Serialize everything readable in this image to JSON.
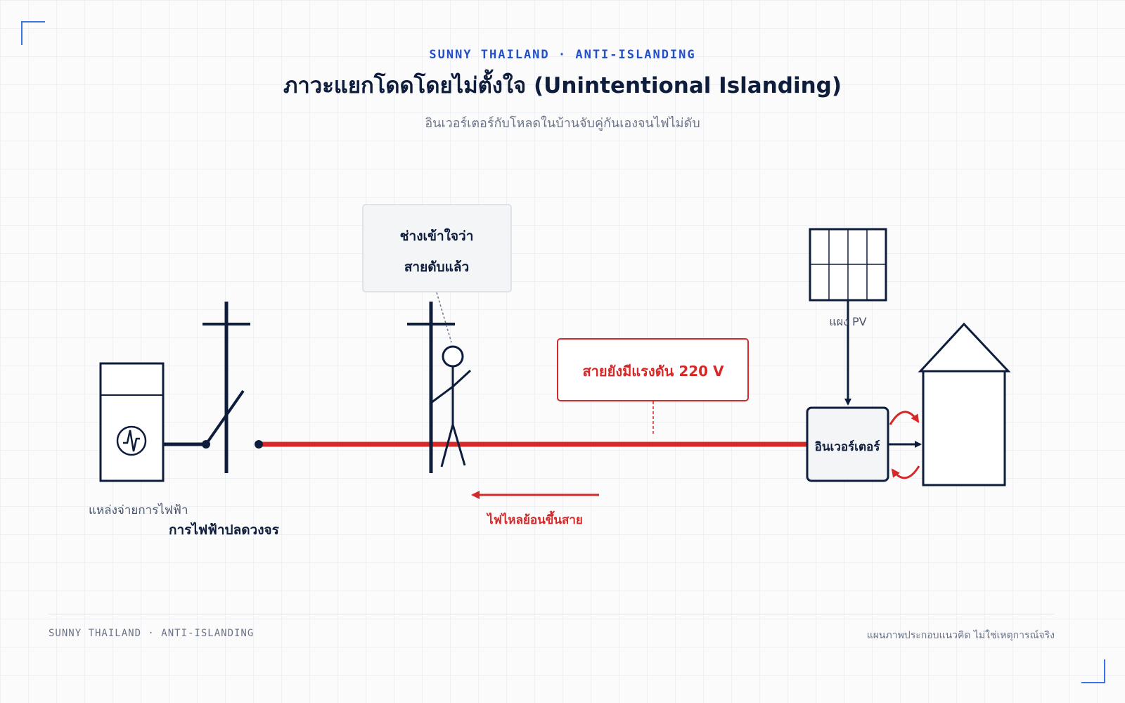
{
  "header": {
    "eyebrow": "SUNNY THAILAND · ANTI-ISLANDING",
    "title": "ภาวะแยกโดดโดยไม่ตั้งใจ (Unintentional Islanding)",
    "subtitle": "อินเวอร์เตอร์กับโหลดในบ้านจับคู่กันเองจนไฟไม่ดับ"
  },
  "diagram": {
    "grid_label_line1": "แหล่งจ่ายการไฟฟ้า",
    "grid_label_line2": "การไฟฟ้าปลดวงจร",
    "worker_callout_line1": "ช่างเข้าใจว่า",
    "worker_callout_line2": "สายดับแล้ว",
    "line_callout": "สายยังมีแรงดัน 220 V",
    "backfeed_label": "ไฟไหลย้อนขึ้นสาย",
    "pv_label": "แผง PV",
    "inverter_label": "อินเวอร์เตอร์"
  },
  "footer": {
    "left": "SUNNY THAILAND · ANTI-ISLANDING",
    "right": "แผนภาพประกอบแนวคิด ไม่ใช่เหตุการณ์จริง"
  },
  "colors": {
    "navy": "#0f1d3d",
    "live_red": "#d62828",
    "accent_blue": "#3b73e6"
  }
}
